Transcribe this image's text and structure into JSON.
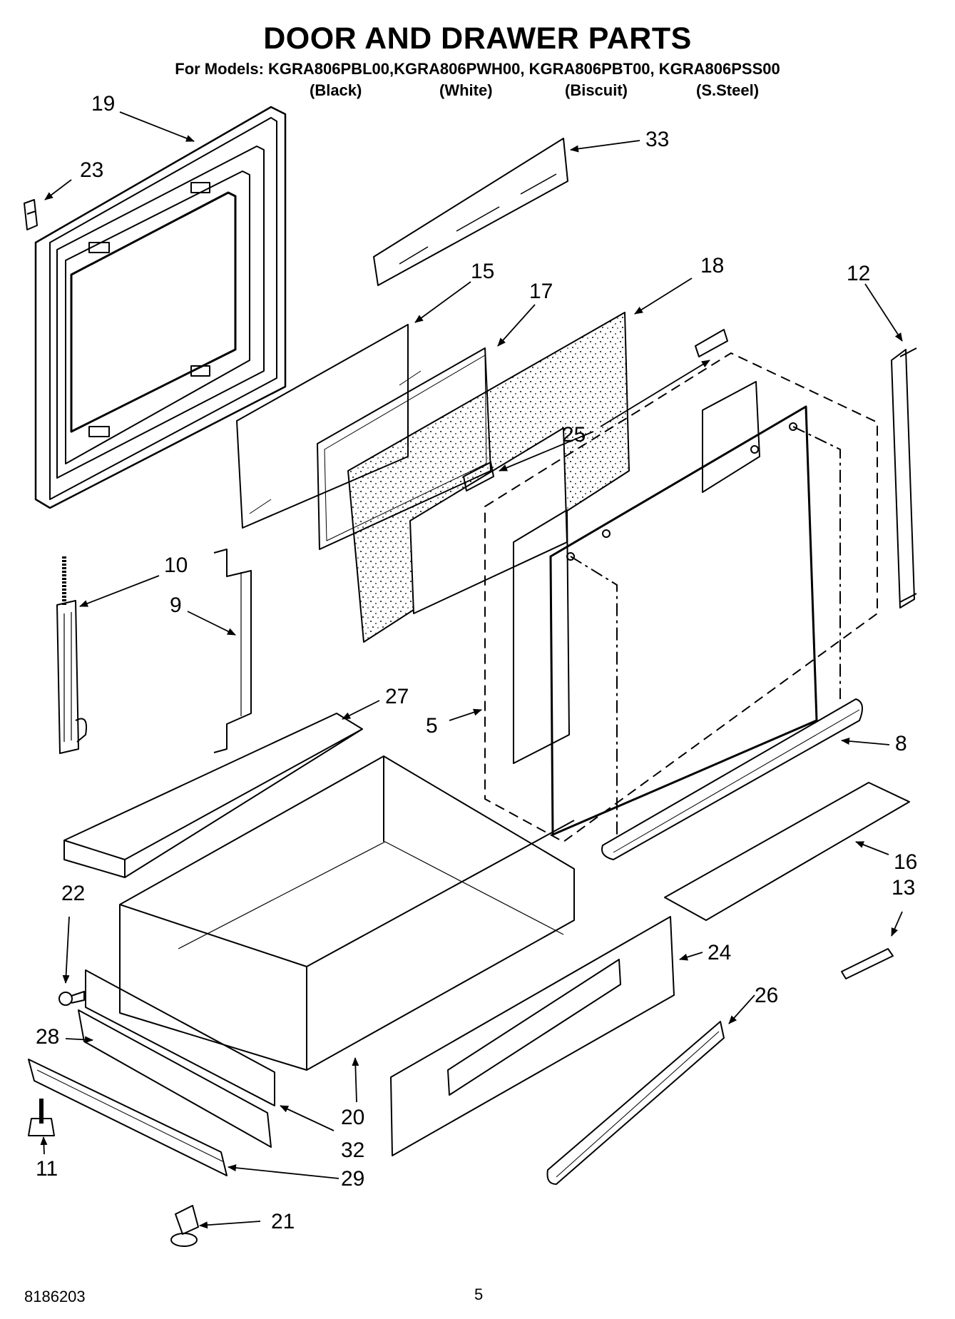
{
  "header": {
    "title": "DOOR AND DRAWER PARTS",
    "models": "For Models: KGRA806PBL00,KGRA806PWH00, KGRA806PBT00, KGRA806PSS00",
    "color_black": "(Black)",
    "color_white": "(White)",
    "color_biscuit": "(Biscuit)",
    "color_steel": "(S.Steel)"
  },
  "parts": {
    "p19": "19",
    "p23": "23",
    "p33": "33",
    "p15": "15",
    "p17": "17",
    "p18": "18",
    "p12": "12",
    "p25": "25",
    "p10": "10",
    "p9": "9",
    "p27": "27",
    "p5": "5",
    "p8": "8",
    "p16": "16",
    "p13": "13",
    "p22": "22",
    "p24": "24",
    "p26": "26",
    "p28": "28",
    "p20": "20",
    "p32": "32",
    "p11": "11",
    "p29": "29",
    "p21": "21"
  },
  "footer": {
    "doc_number": "8186203",
    "page_number": "5"
  }
}
